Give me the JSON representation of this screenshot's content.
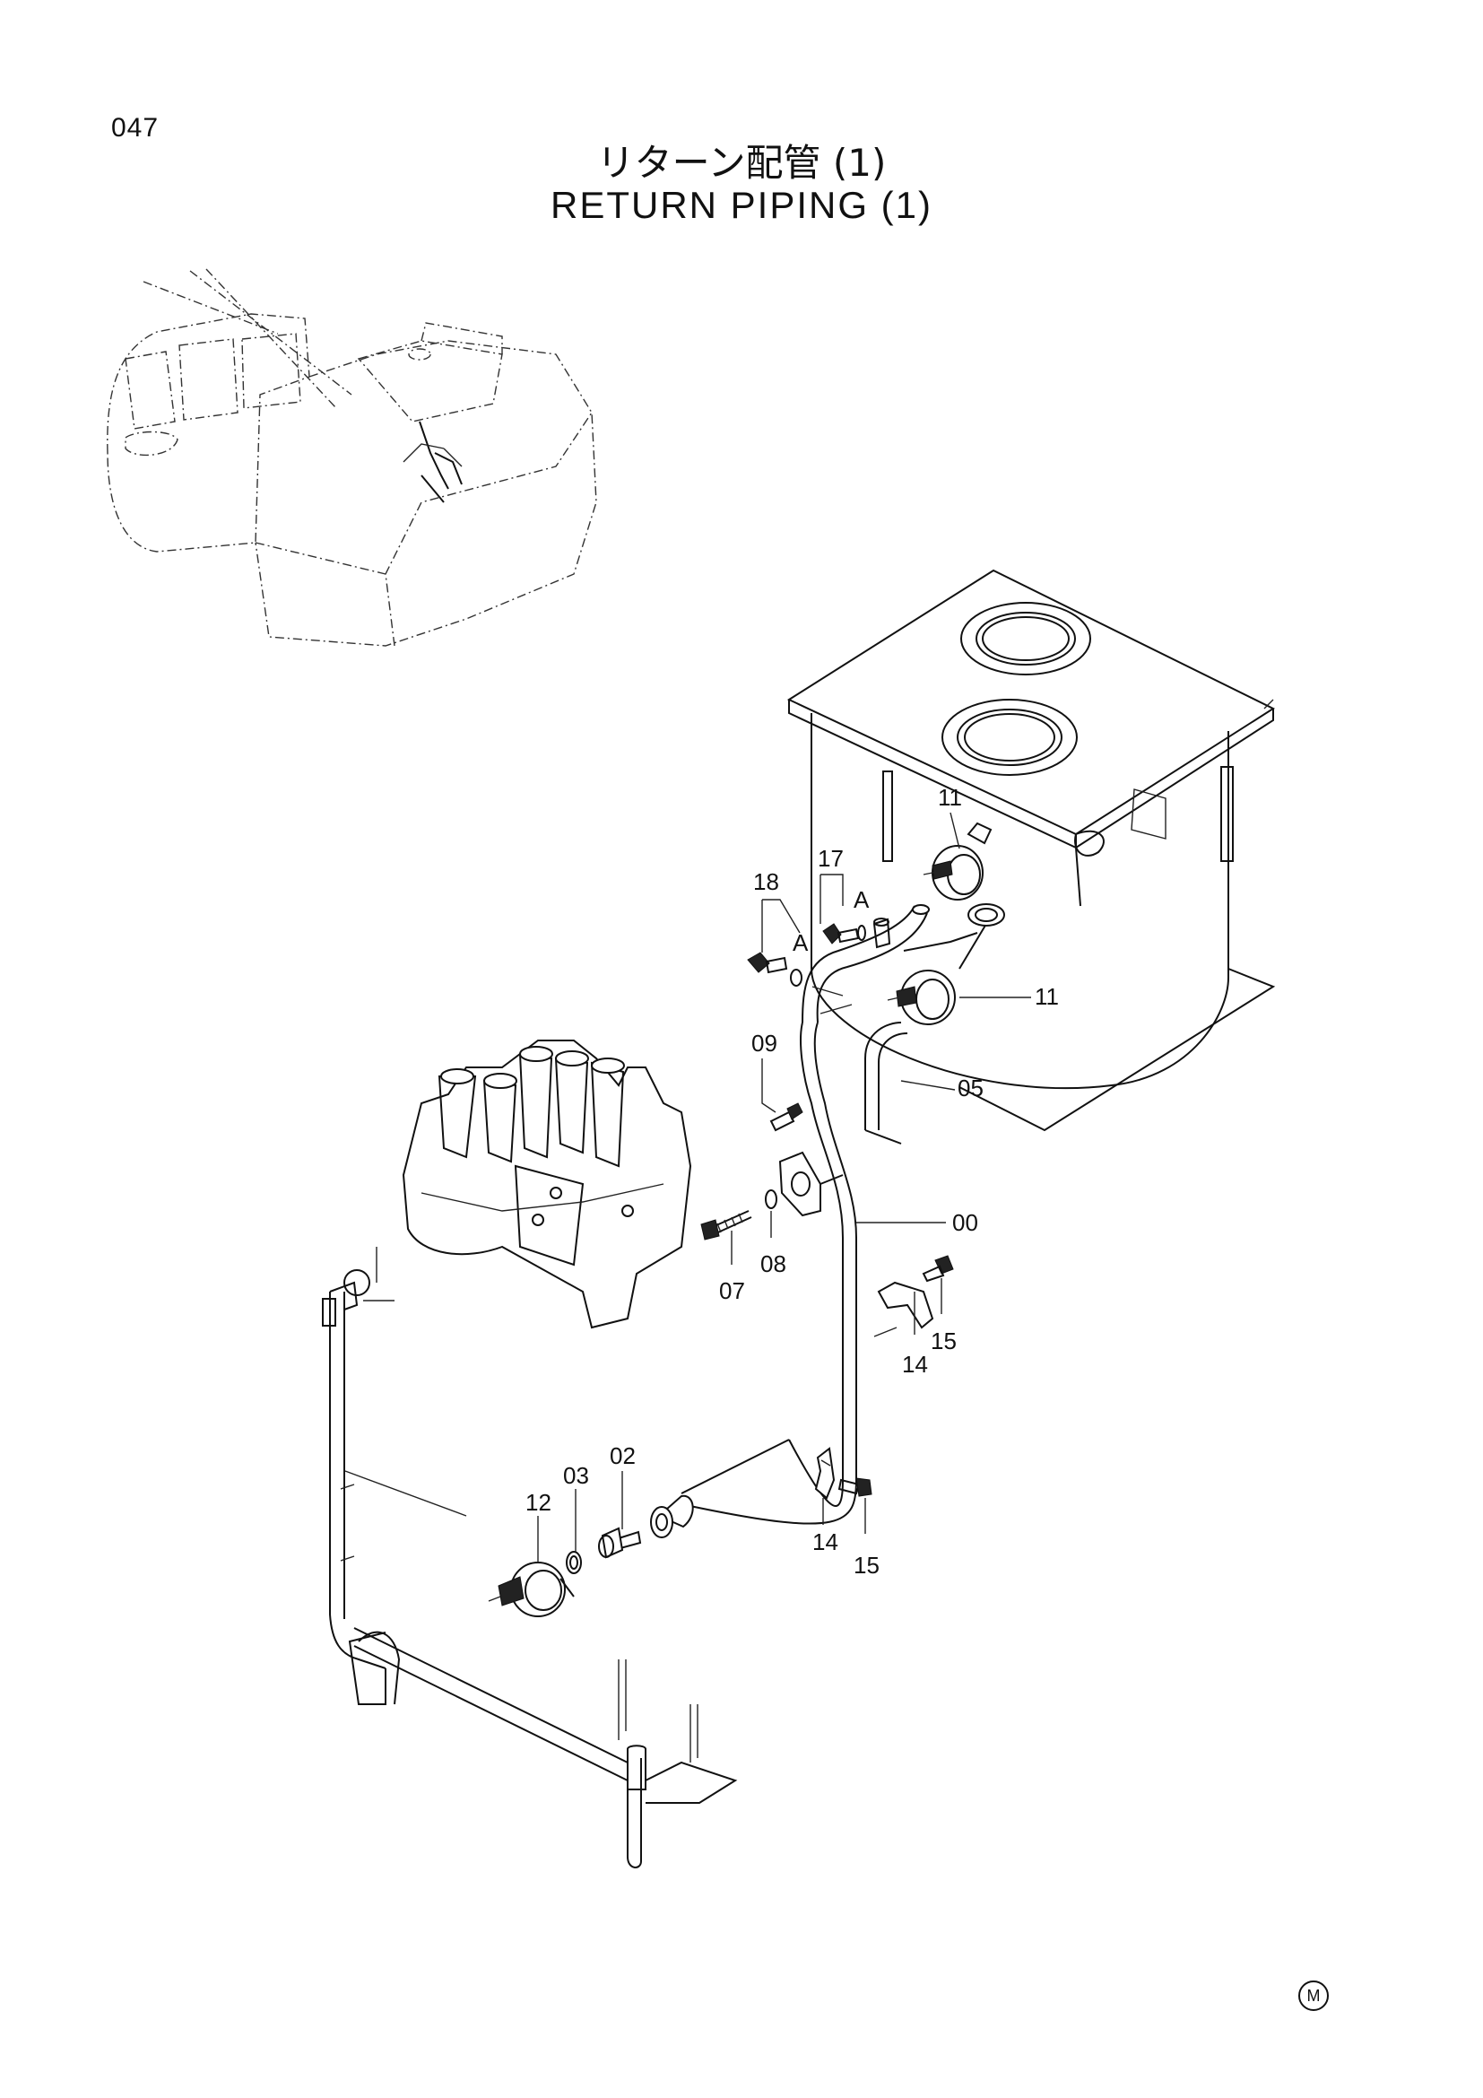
{
  "page_number": "047",
  "title_jp": "リターン配管 (1)",
  "title_en": "RETURN PIPING (1)",
  "trademark": "M",
  "callouts": {
    "c00": "00",
    "c02": "02",
    "c03": "03",
    "c05": "05",
    "c07": "07",
    "c08": "08",
    "c09": "09",
    "c11a": "11",
    "c11b": "11",
    "c12": "12",
    "c14a": "14",
    "c14b": "14",
    "c15a": "15",
    "c15b": "15",
    "c17": "17",
    "c18": "18",
    "refA1": "A",
    "refA2": "A"
  }
}
